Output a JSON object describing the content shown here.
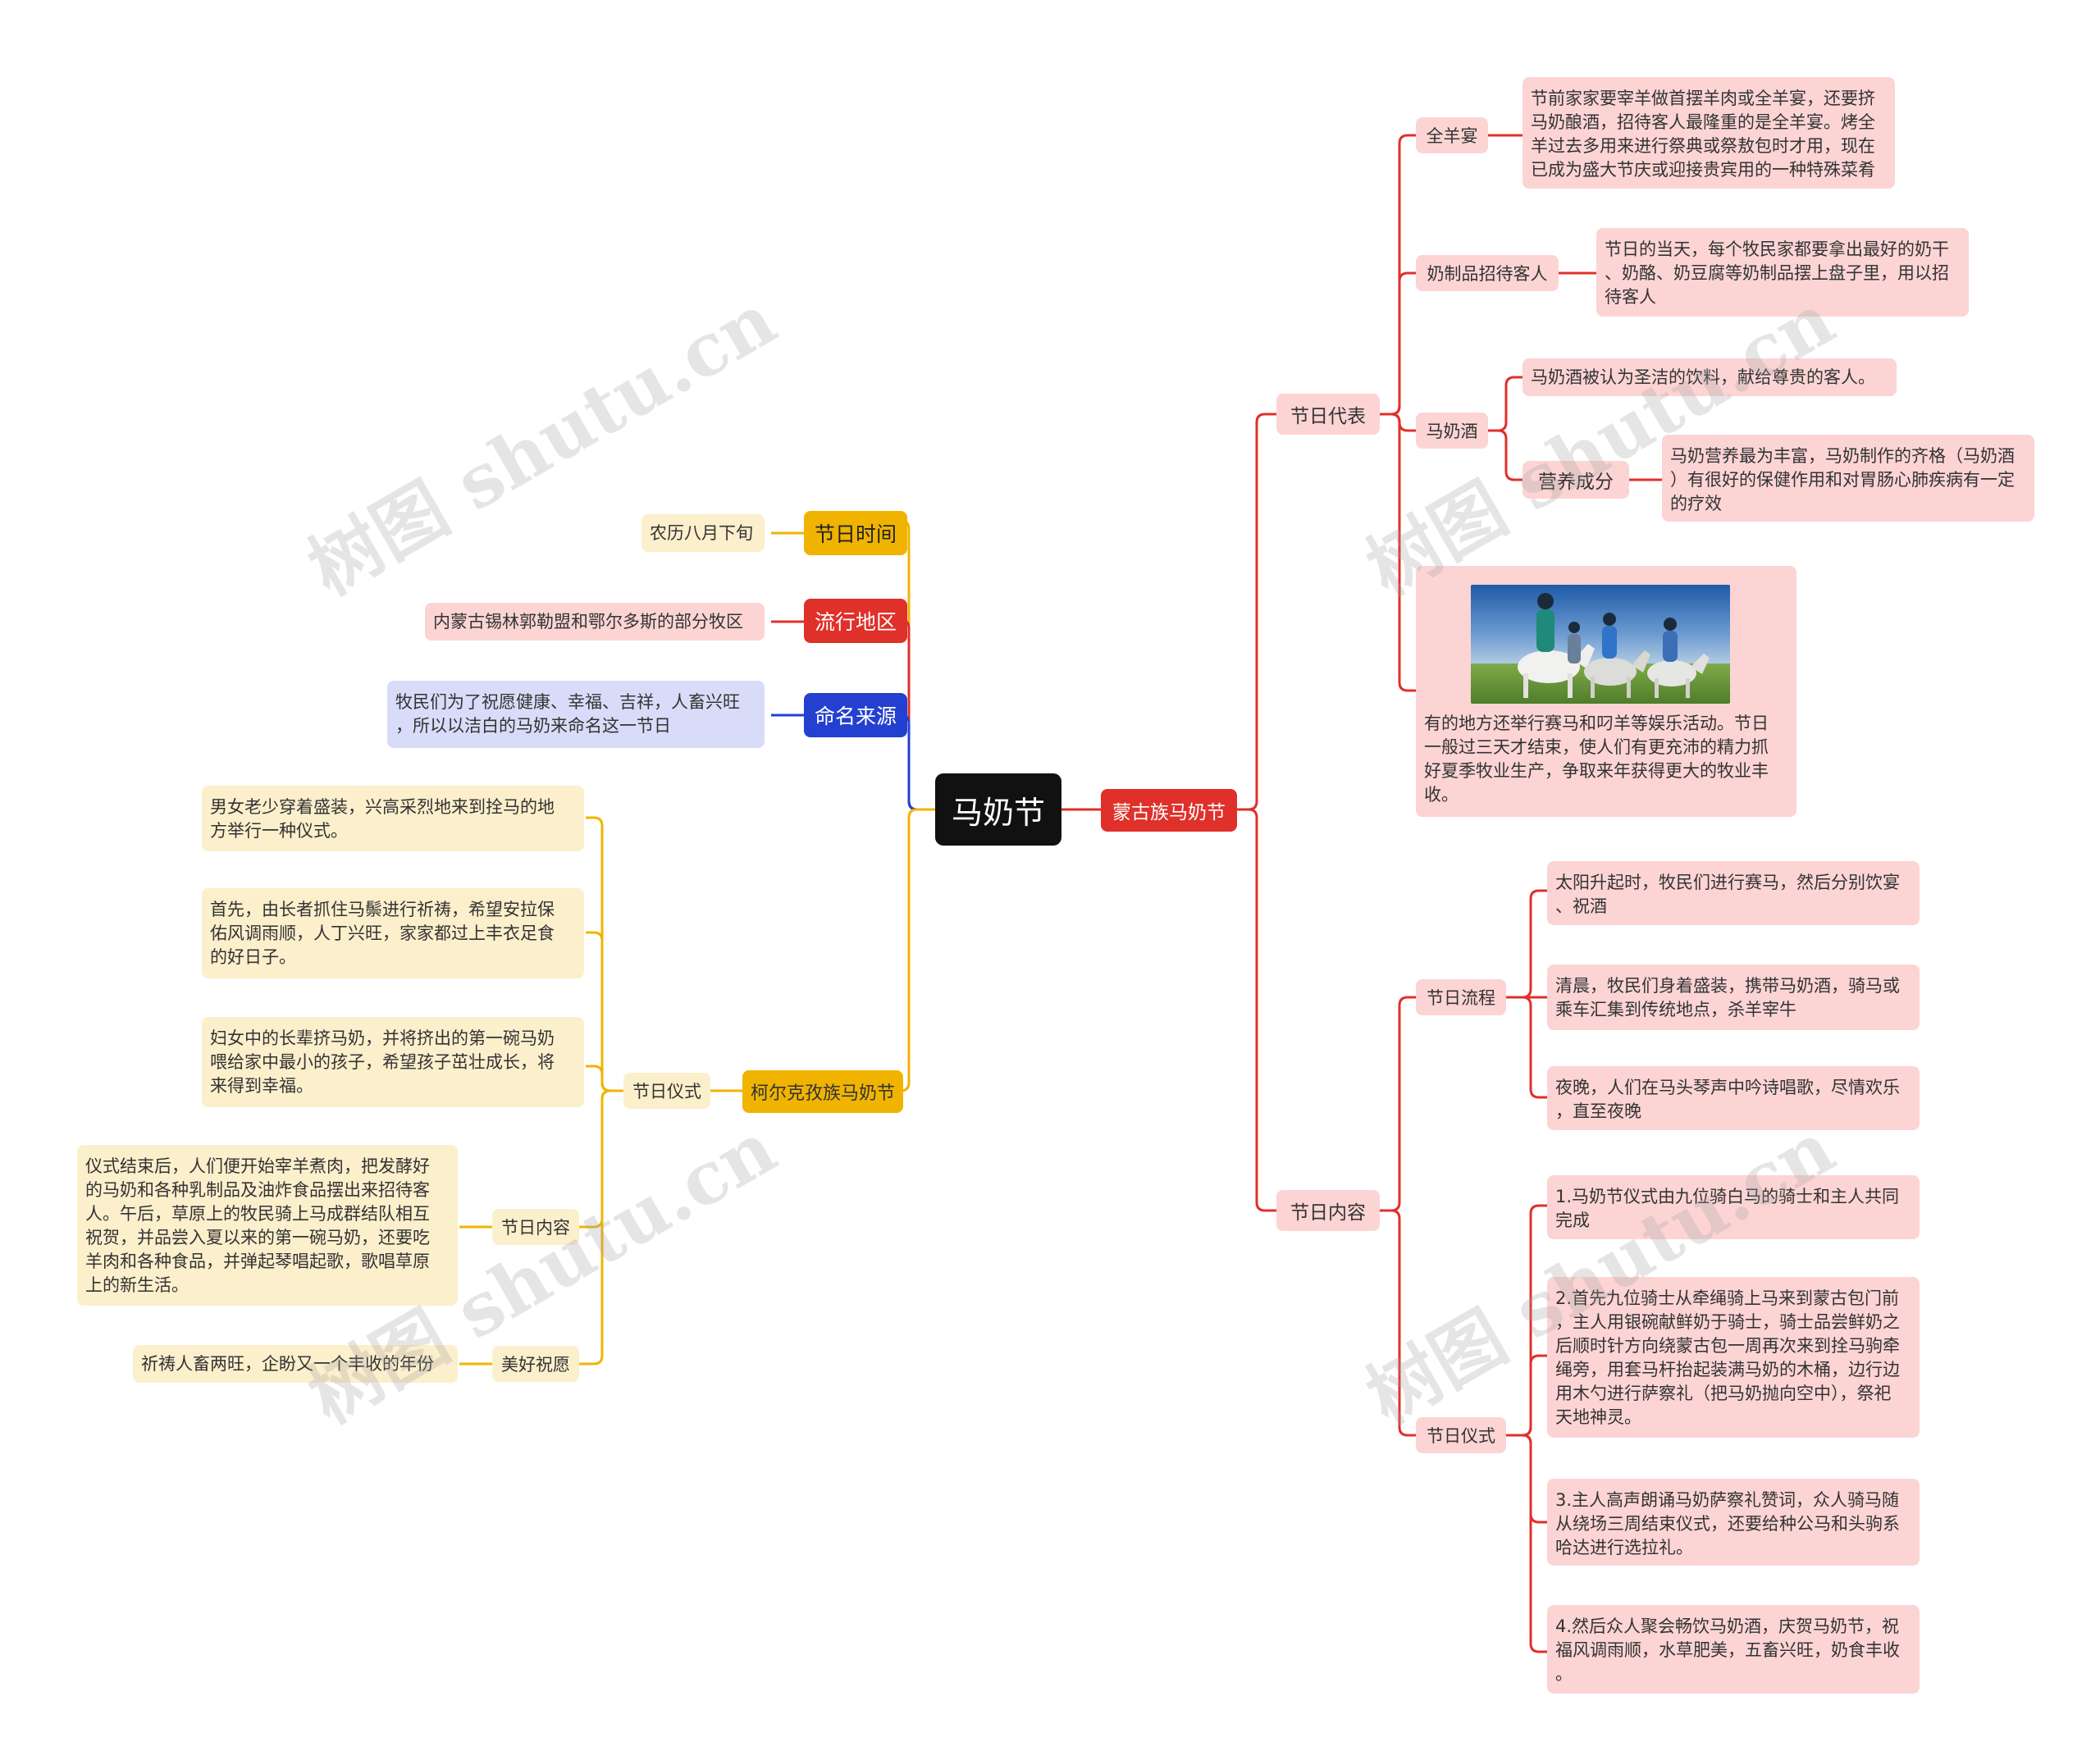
{
  "root": {
    "label": "马奶节"
  },
  "left": {
    "time": {
      "label": "节日时间",
      "value": "农历八月下旬"
    },
    "region": {
      "label": "流行地区",
      "value": "内蒙古锡林郭勒盟和鄂尔多斯的部分牧区"
    },
    "naming": {
      "label": "命名来源",
      "value": "牧民们为了祝愿健康、幸福、吉祥，人畜兴旺\n，所以以洁白的马奶来命名这一节日"
    },
    "kazakh": {
      "label": "柯尔克孜族马奶节",
      "ceremony": {
        "label": "节日仪式",
        "items": [
          "男女老少穿着盛装，兴高采烈地来到拴马的地\n方举行一种仪式。",
          "首先，由长者抓住马鬃进行祈祷，希望安拉保\n佑风调雨顺，人丁兴旺，家家都过上丰衣足食\n的好日子。",
          "妇女中的长辈挤马奶，并将挤出的第一碗马奶\n喂给家中最小的孩子，希望孩子茁壮成长，将\n来得到幸福。"
        ]
      },
      "content": {
        "label": "节日内容",
        "text": "仪式结束后，人们便开始宰羊煮肉，把发酵好\n的马奶和各种乳制品及油炸食品摆出来招待客\n人。午后，草原上的牧民骑上马成群结队相互\n祝贺，并品尝入夏以来的第一碗马奶，还要吃\n羊肉和各种食品，并弹起琴唱起歌，歌唱草原\n上的新生活。"
      },
      "wish": {
        "label": "美好祝愿",
        "text": "祈祷人畜两旺，企盼又一个丰收的年份"
      }
    }
  },
  "right": {
    "mongol": {
      "label": "蒙古族马奶节",
      "rep": {
        "label": "节日代表",
        "lamb": {
          "label": "全羊宴",
          "text": "节前家家要宰羊做首摆羊肉或全羊宴，还要挤\n马奶酿酒，招待客人最隆重的是全羊宴。烤全\n羊过去多用来进行祭典或祭敖包时才用，现在\n已成为盛大节庆或迎接贵宾用的一种特殊菜肴"
        },
        "dairy": {
          "label": "奶制品招待客人",
          "text": "节日的当天，每个牧民家都要拿出最好的奶干\n、奶酪、奶豆腐等奶制品摆上盘子里，用以招\n待客人"
        },
        "wine": {
          "label": "马奶酒",
          "text": "马奶酒被认为圣洁的饮料，献给尊贵的客人。",
          "nutrition": {
            "label": "营养成分",
            "text": "马奶营养最为丰富，马奶制作的齐格（马奶酒\n）有很好的保健作用和对胃肠心肺疾病有一定\n的疗效"
          }
        },
        "activity": {
          "text": "有的地方还举行赛马和叼羊等娱乐活动。节日\n一般过三天才结束，使人们有更充沛的精力抓\n好夏季牧业生产，争取来年获得更大的牧业丰\n收。"
        }
      },
      "content": {
        "label": "节日内容",
        "flow": {
          "label": "节日流程",
          "items": [
            "太阳升起时，牧民们进行赛马，然后分别饮宴\n、祝酒",
            "清晨，牧民们身着盛装，携带马奶酒，骑马或\n乘车汇集到传统地点，杀羊宰牛",
            "夜晚，人们在马头琴声中吟诗唱歌，尽情欢乐\n，直至夜晚"
          ]
        },
        "ceremony": {
          "label": "节日仪式",
          "items": [
            "1.马奶节仪式由九位骑白马的骑士和主人共同\n完成",
            "2.首先九位骑士从牵绳骑上马来到蒙古包门前\n，主人用银碗献鲜奶于骑士，骑士品尝鲜奶之\n后顺时针方向绕蒙古包一周再次来到拴马驹牵\n绳旁，用套马杆抬起装满马奶的木桶，边行边\n用木勺进行萨察礼（把马奶抛向空中），祭祀\n天地神灵。",
            "3.主人高声朗诵马奶萨察礼赞词，众人骑马随\n从绕场三周结束仪式，还要给种公马和头驹系\n哈达进行选拉礼。",
            "4.然后众人聚会畅饮马奶酒，庆贺马奶节，祝\n福风调雨顺，水草肥美，五畜兴旺，奶食丰收\n。"
          ]
        }
      }
    }
  },
  "watermark": "树图 shutu.cn",
  "colors": {
    "red": "#e0302a",
    "orange": "#f0b400",
    "blue": "#2340d0",
    "black": "#111111",
    "pinkFill": "#fcd4d4",
    "yellowFill": "#fcefcc",
    "blueFill": "#d8dcf8"
  }
}
